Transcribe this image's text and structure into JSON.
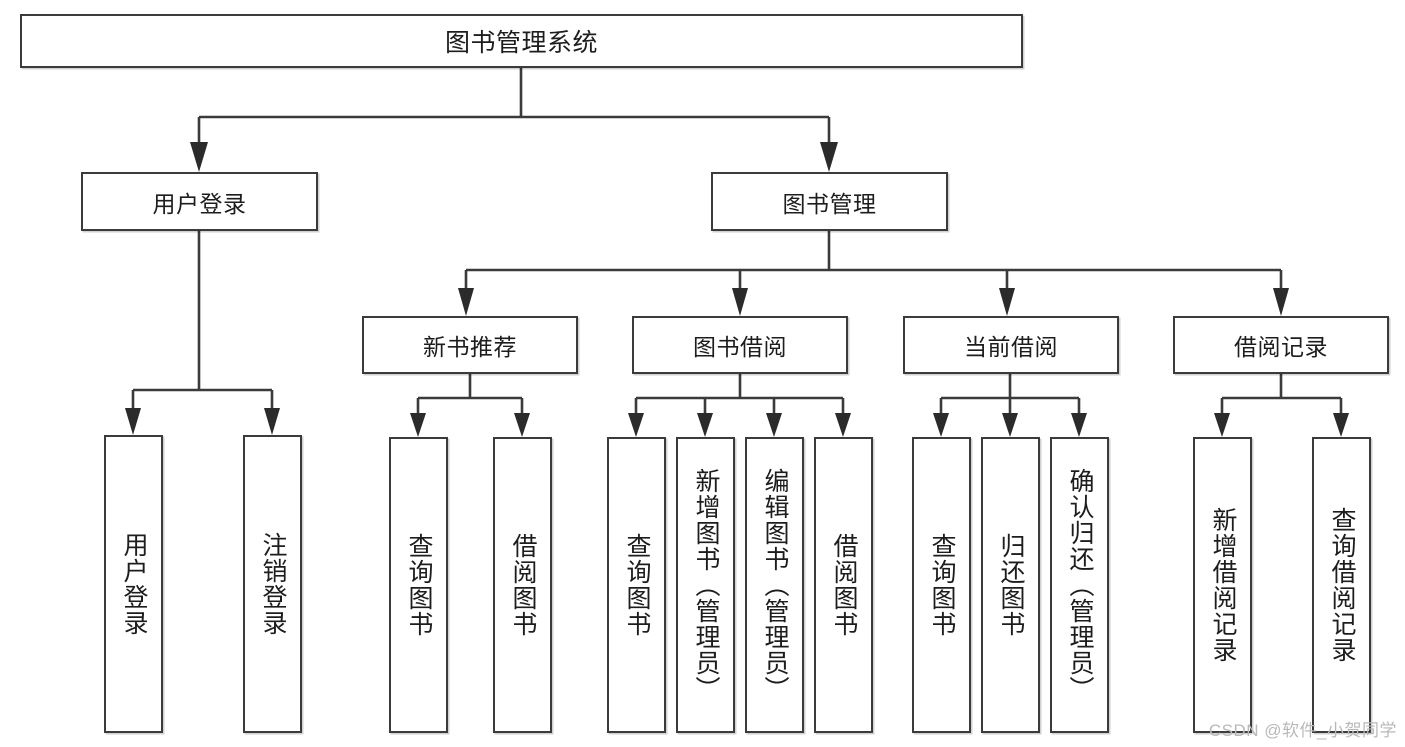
{
  "diagram": {
    "title": "图书管理系统",
    "watermark": "CSDN @软件_小贺同学",
    "levels": {
      "root": {
        "label": "图书管理系统"
      },
      "level2": [
        {
          "label": "用户登录"
        },
        {
          "label": "图书管理"
        }
      ],
      "level3": [
        {
          "label": "新书推荐"
        },
        {
          "label": "图书借阅"
        },
        {
          "label": "当前借阅"
        },
        {
          "label": "借阅记录"
        }
      ]
    },
    "leaves": {
      "user_login": [
        {
          "label": "用户登录"
        },
        {
          "label": "注销登录"
        }
      ],
      "new_book_recommend": [
        {
          "label": "查询图书"
        },
        {
          "label": "借阅图书"
        }
      ],
      "book_borrow": [
        {
          "label": "查询图书"
        },
        {
          "label": "新增图书（管理员）"
        },
        {
          "label": "编辑图书（管理员）"
        },
        {
          "label": "借阅图书"
        }
      ],
      "current_borrow": [
        {
          "label": "查询图书"
        },
        {
          "label": "归还图书"
        },
        {
          "label": "确认归还（管理员）"
        }
      ],
      "borrow_record": [
        {
          "label": "新增借阅记录"
        },
        {
          "label": "查询借阅记录"
        }
      ]
    },
    "colors": {
      "stroke": "#3b3b3b",
      "fill": "#ffffff",
      "text": "#1d1d1d",
      "watermark": "#b9b9b9"
    }
  }
}
